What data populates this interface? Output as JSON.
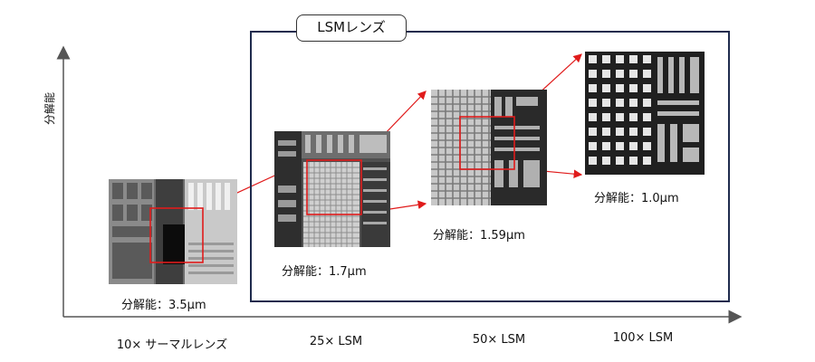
{
  "axes": {
    "y_label": "分解能"
  },
  "lsm_group_label": "LSMレンズ",
  "images": [
    {
      "x_label": "10× サーマルレンズ",
      "resolution": "分解能：3.5μm"
    },
    {
      "x_label": "25× LSM",
      "resolution": "分解能：1.7μm"
    },
    {
      "x_label": "50× LSM",
      "resolution": "分解能：1.59μm"
    },
    {
      "x_label": "100× LSM",
      "resolution": "分解能：1.0μm"
    }
  ],
  "colors": {
    "zoom_box": "#e01b1b",
    "frame": "#1f2b4d",
    "axis": "#555555"
  }
}
